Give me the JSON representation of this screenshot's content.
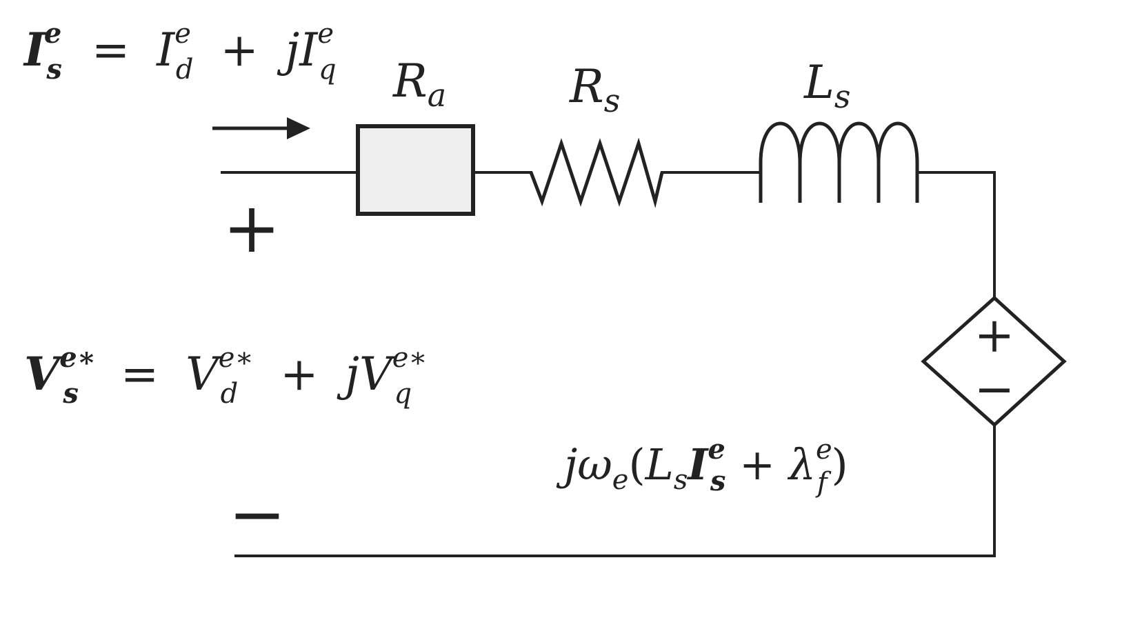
{
  "current_eq": {
    "lhs_sym": "I",
    "lhs_sup": "e",
    "lhs_sub": "s",
    "eq": "=",
    "t1_sym": "I",
    "t1_sup": "e",
    "t1_sub": "d",
    "plus": "+",
    "t2_sym": "jI",
    "t2_sup": "e",
    "t2_sub": "q"
  },
  "voltage_eq": {
    "lhs_sym": "V",
    "lhs_sup": "e∗",
    "lhs_sub": "s",
    "eq": "=",
    "t1_sym": "V",
    "t1_sup": "e∗",
    "t1_sub": "d",
    "plus": "+",
    "t2_sym": "jV",
    "t2_sup": "e∗",
    "t2_sub": "q"
  },
  "components": {
    "ra": {
      "sym": "R",
      "sub": "a"
    },
    "rs": {
      "sym": "R",
      "sub": "s"
    },
    "ls": {
      "sym": "L",
      "sub": "s"
    }
  },
  "terminals": {
    "plus": "+",
    "minus": "−"
  },
  "source": {
    "plus": "+",
    "minus": "−",
    "expr": {
      "a": "jω",
      "a_sub": "e",
      "paren_open": "(",
      "b": "L",
      "b_sub": "s",
      "c": "I",
      "c_sup": "e",
      "c_sub": "s",
      "plus": " + ",
      "d": "λ",
      "d_sup": "e",
      "d_sub": "f",
      "paren_close": ")"
    }
  },
  "colors": {
    "ink": "#222222",
    "box_fill": "#efefef",
    "background": "#ffffff"
  }
}
